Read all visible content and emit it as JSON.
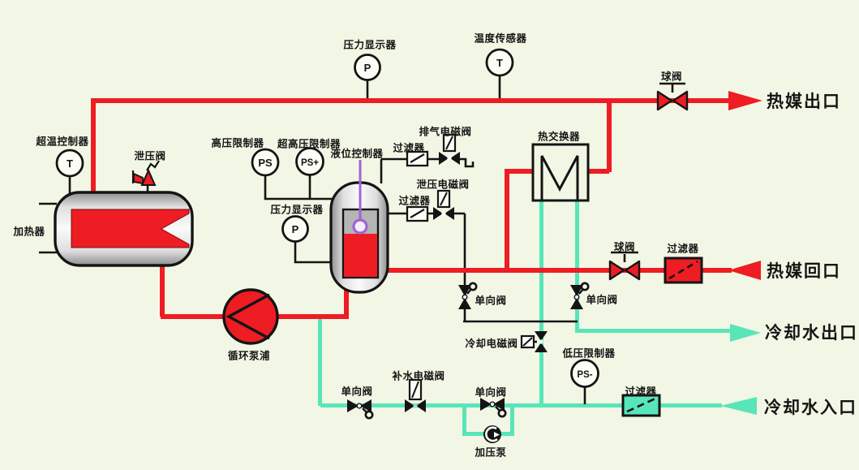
{
  "colors": {
    "background": "#f2f6e4",
    "hot_line": "#ee1c23",
    "cooling_line": "#58e5b8",
    "level_line": "#a163d6",
    "line_black": "#141414"
  },
  "labels": {
    "overtemp_controller": "超温控制器",
    "relief_valve": "泄压阀",
    "heater": "加热器",
    "pressure_display_top": "压力显示器",
    "temperature_sensor": "温度传感器",
    "ball_valve_top": "球阀",
    "hot_medium_outlet": "热媒出口",
    "high_pressure_limiter": "高压限制器",
    "ultra_high_pressure_limiter": "超高压限制器",
    "level_controller": "液位控制器",
    "exhaust_solenoid_valve": "排气电磁阀",
    "filter_exhaust": "过滤器",
    "relief_solenoid_valve": "泄压电磁阀",
    "filter_relief": "过滤器",
    "heat_exchanger": "热交换器",
    "pressure_display_side": "压力显示器",
    "ball_valve_mid": "球阀",
    "filter_return": "过滤器",
    "hot_medium_return": "热媒回口",
    "check_valve_relief": "单向阀",
    "check_valve_cooling": "单向阀",
    "cooling_water_outlet": "冷却水出口",
    "cooling_solenoid_valve": "冷却电磁阀",
    "low_pressure_limiter": "低压限制器",
    "circulation_pump": "循环泵浦",
    "check_valve_makeup1": "单向阀",
    "makeup_solenoid_valve": "补水电磁阀",
    "check_valve_makeup2": "单向阀",
    "booster_pump": "加压泵",
    "filter_inlet": "过滤器",
    "cooling_water_inlet": "冷却水入口"
  },
  "instruments": {
    "overtemp": "T",
    "pressure_top": "P",
    "temperature": "T",
    "high_pressure": "PS",
    "ultra_high_pressure": "PS+",
    "pressure_side": "P",
    "low_pressure": "PS-"
  }
}
